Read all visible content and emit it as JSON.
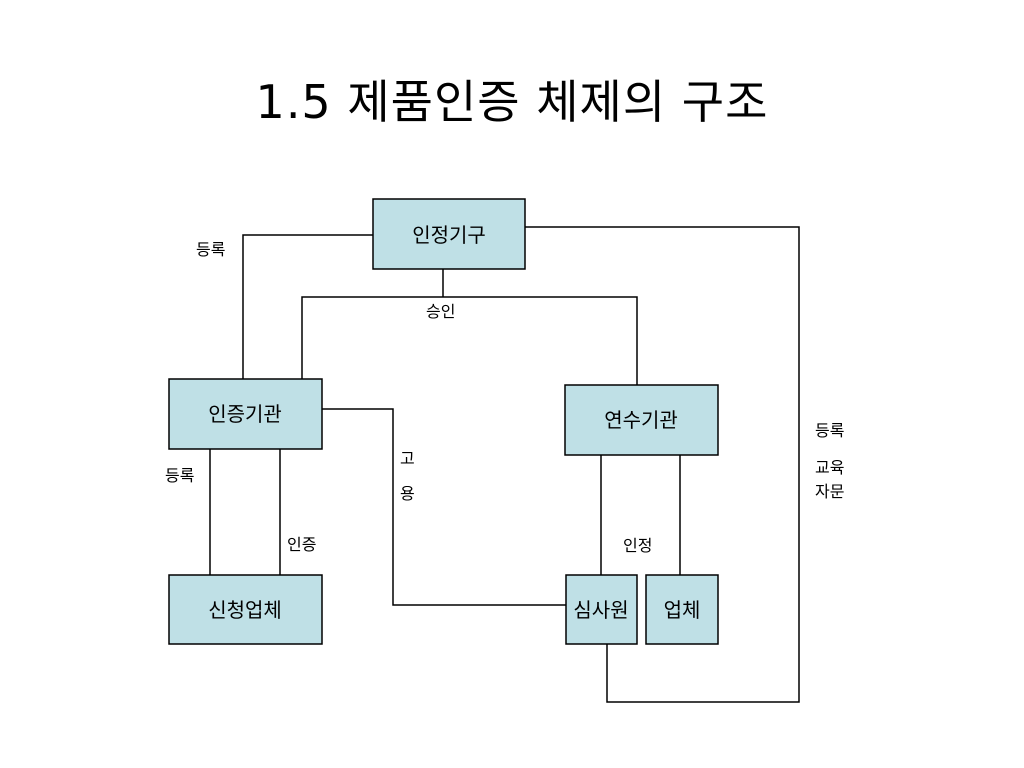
{
  "title": "1.5 제품인증 체제의 구조",
  "colors": {
    "box_fill": "#bfe0e6",
    "box_stroke": "#000000",
    "line": "#000000",
    "text": "#000000"
  },
  "nodes": {
    "accreditation_body": "인정기구",
    "certification_body": "인증기관",
    "training_body": "연수기관",
    "applicant_company": "신청업체",
    "auditor": "심사원",
    "company": "업체"
  },
  "labels": {
    "register_top": "등록",
    "approval": "승인",
    "register_left": "등록",
    "certification": "인증",
    "employ_1": "고",
    "employ_2": "용",
    "recognition": "인정",
    "register_right": "등록",
    "education_1": "교육",
    "education_2": "자문"
  }
}
